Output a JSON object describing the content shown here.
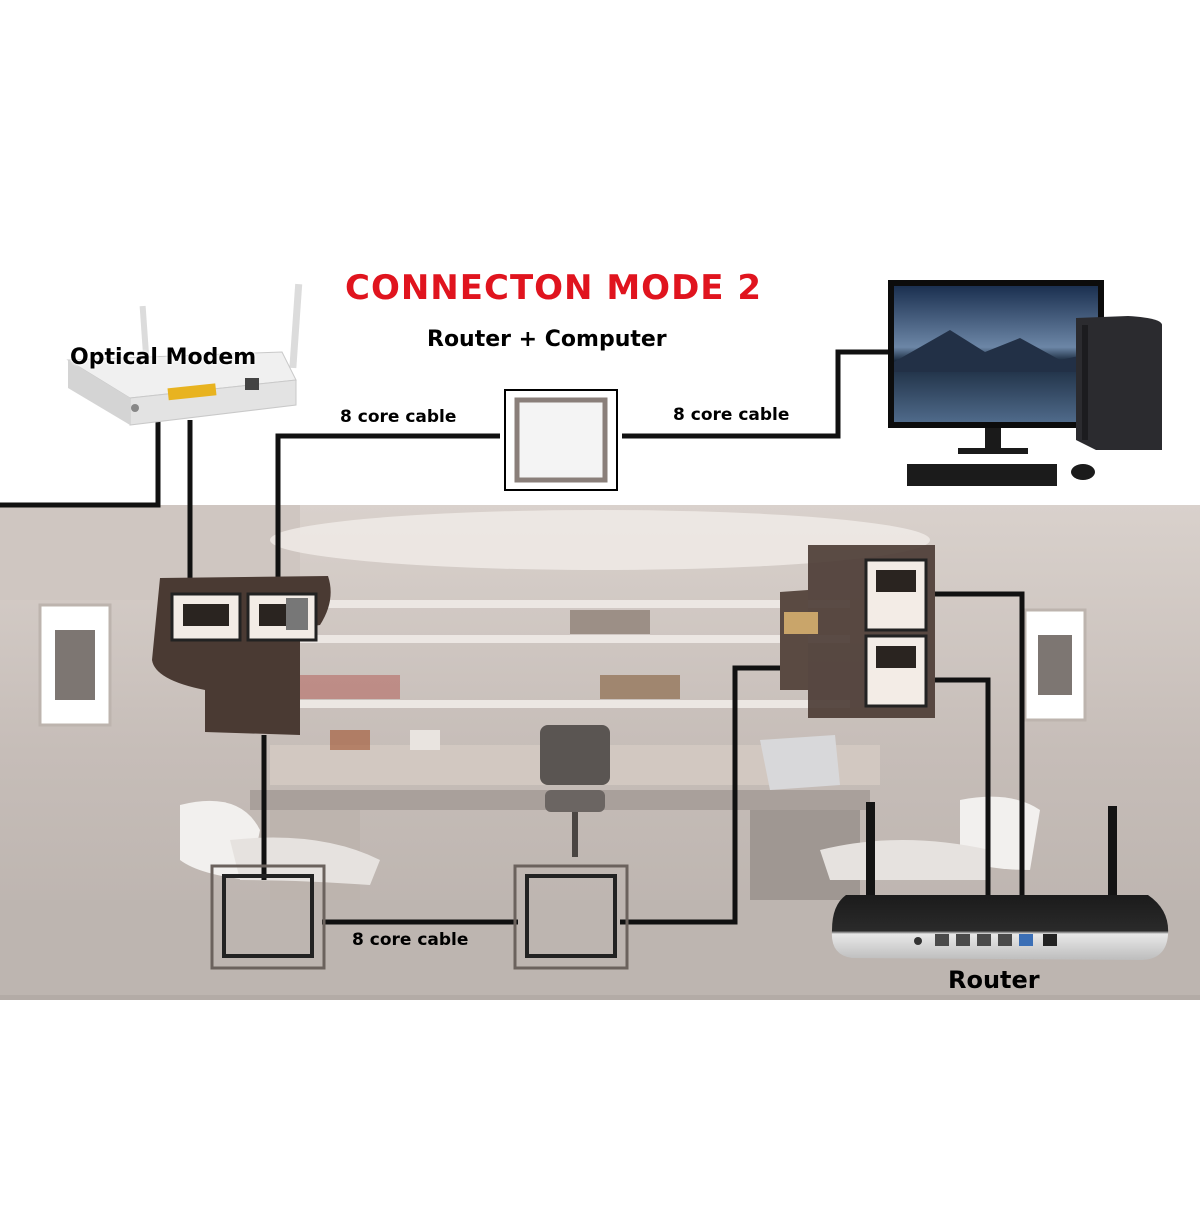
{
  "diagram": {
    "title": "CONNECTON MODE 2",
    "subtitle": "Router + Computer",
    "colors": {
      "title": "#e0141e",
      "cable": "#111111",
      "wall_plate": "#6b625d",
      "splitter": "#4a3a33"
    },
    "nodes": {
      "modem": "Optical Modem",
      "router": "Router"
    },
    "cables": [
      {
        "label": "8 core cable"
      },
      {
        "label": "8 core cable"
      },
      {
        "label": "8 core cable"
      }
    ],
    "icons": [
      "optical-modem-icon",
      "rj45-splitter-icon",
      "wall-socket-icon",
      "desktop-computer-icon",
      "wifi-router-icon"
    ]
  }
}
